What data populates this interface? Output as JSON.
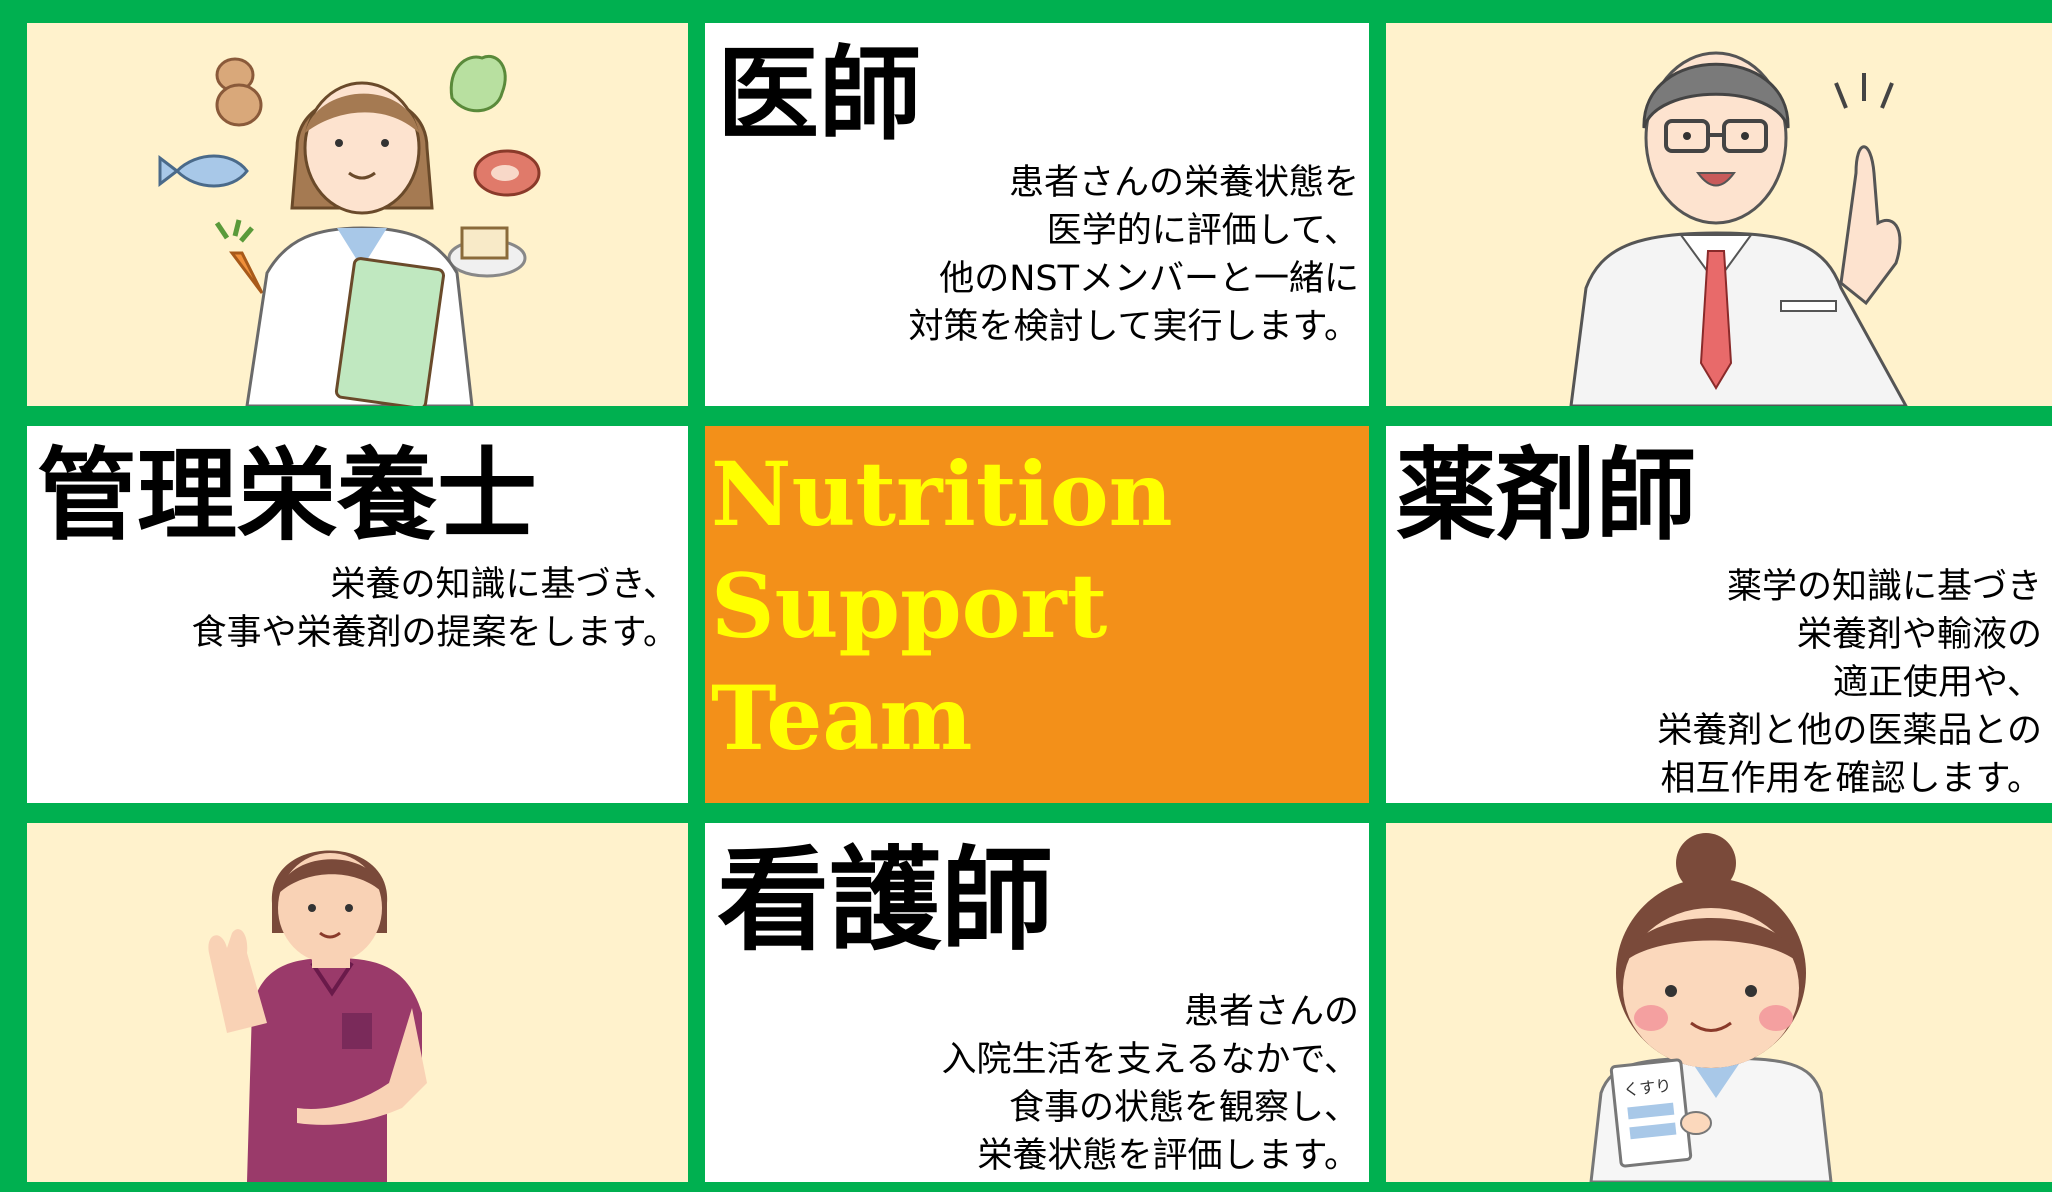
{
  "doctor": {
    "title": "医師",
    "desc": [
      "患者さんの栄養状態を",
      "医学的に評価して、",
      "他のNSTメンバーと一緒に",
      "対策を検討して実行します。"
    ]
  },
  "dietitian": {
    "title": "管理栄養士",
    "desc": [
      "栄養の知識に基づき、",
      "食事や栄養剤の提案をします。"
    ]
  },
  "center": {
    "lines": [
      "Nutrition",
      "Support",
      "Team"
    ]
  },
  "pharmacist": {
    "title": "薬剤師",
    "desc": [
      "薬学の知識に基づき",
      "栄養剤や輸液の",
      "適正使用や、",
      "栄養剤と他の医薬品との",
      "相互作用を確認します。"
    ]
  },
  "nurse": {
    "title": "看護師",
    "desc": [
      "患者さんの",
      "入院生活を支えるなかで、",
      "食事の状態を観察し、",
      "栄養状態を評価します。"
    ]
  },
  "illustrations": {
    "medicine_label": "くすり"
  },
  "colors": {
    "border": "#00b050",
    "cream": "#fff2cc",
    "center_bg": "#f39019",
    "center_text": "#ffff00"
  }
}
